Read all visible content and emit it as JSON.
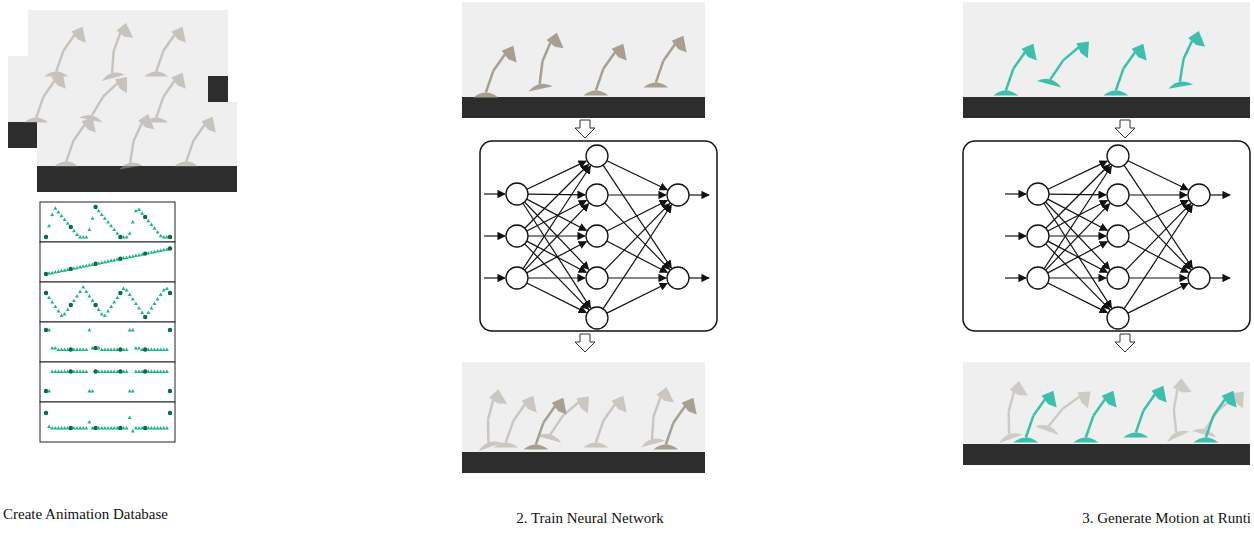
{
  "diagram": {
    "labels": [
      "Create Animation Database",
      "2. Train Neural Network",
      "3. Generate Motion at Runti"
    ]
  }
}
